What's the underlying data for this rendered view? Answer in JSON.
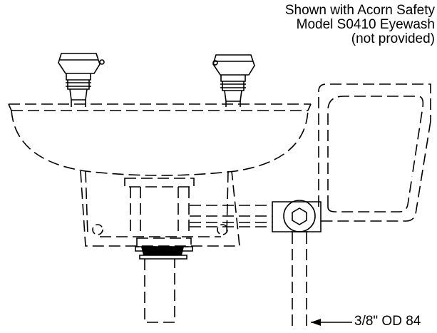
{
  "note": {
    "lines": [
      "Shown with Acorn Safety",
      "Model S0410 Eyewash",
      "(not provided)"
    ]
  },
  "callout": {
    "text": "3/8\" OD 84"
  }
}
